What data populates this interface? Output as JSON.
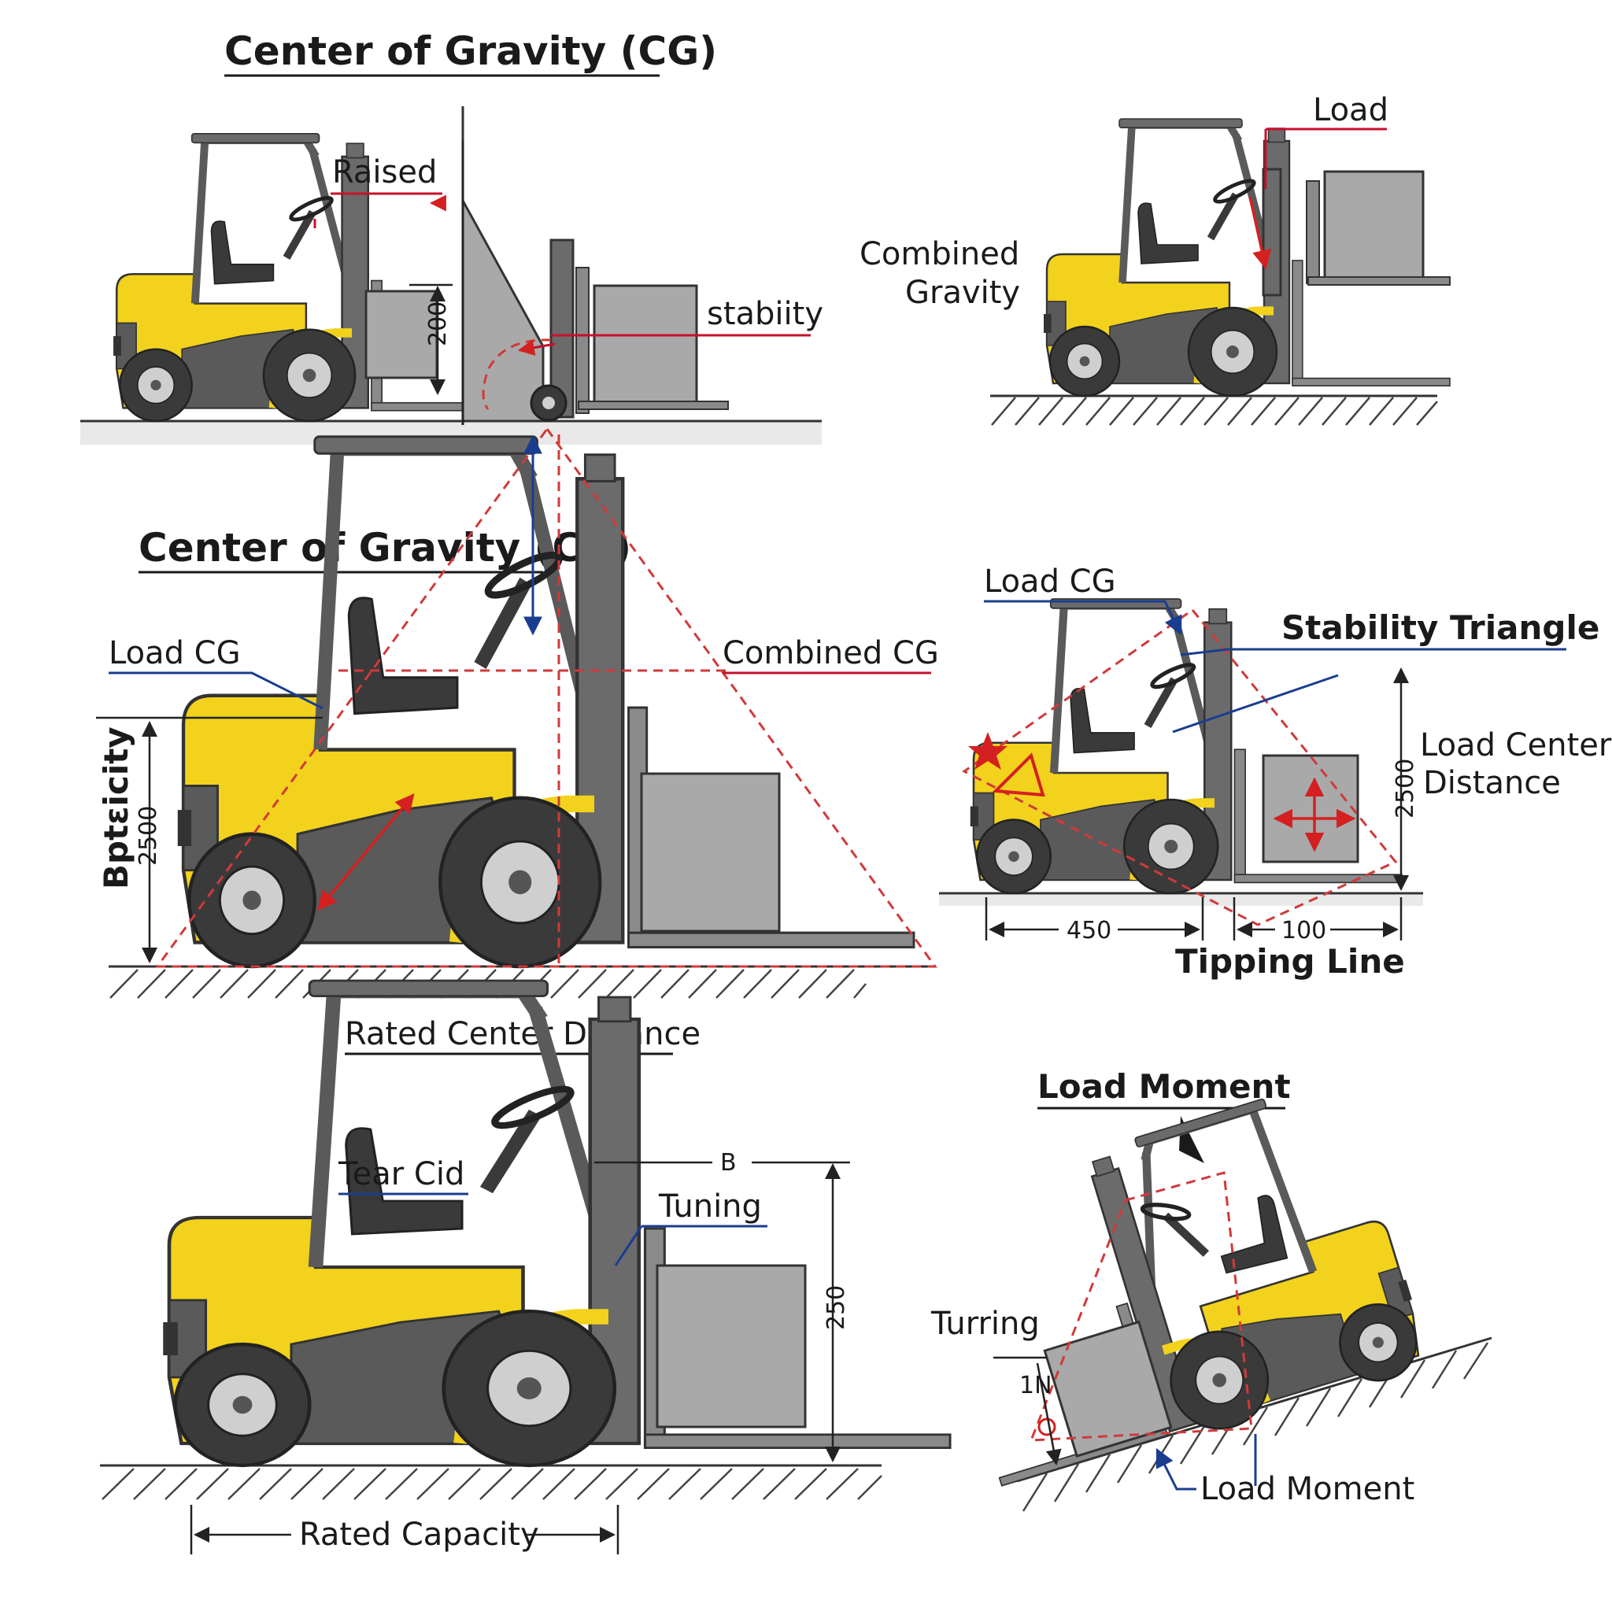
{
  "colors": {
    "body": "#f2d21c",
    "body_dark": "#5a5a5a",
    "frame": "#6b6b6b",
    "load": "#a9a9a9",
    "tire": "#3a3a3a",
    "red": "#d03a3a",
    "blue": "#1a3d8f"
  },
  "panel1": {
    "title": "Center of Gravity (CG)",
    "label_raised": "Raised",
    "label_stability": "stabiity",
    "dim_value": "200"
  },
  "panel2": {
    "label_load": "Load",
    "label_combined_1": "Combined",
    "label_combined_2": "Gravity"
  },
  "panel3": {
    "title": "Center of Gravity (CG)",
    "label_load_cg": "Load CG",
    "label_combined_cg": "Combined CG",
    "side_label": "Bptεicity",
    "side_value": "2500"
  },
  "panel4": {
    "label_load_cg": "Load CG",
    "label_stability_triangle": "Stability Triangle",
    "label_load_center_1": "Load Center",
    "label_load_center_2": "Distance",
    "dim_vertical": "2500",
    "dim_left": "450",
    "dim_right": "100",
    "label_tipping_line": "Tipping Line"
  },
  "panel5": {
    "title": "Rated Center Distance",
    "label_tear_cid": "Tear Cid",
    "label_tuning": "Tuning",
    "label_b": "B",
    "dim_vertical": "250",
    "label_rated_capacity": "Rated Capacity"
  },
  "panel6": {
    "title": "Load Moment",
    "label_turring": "Turring",
    "dim_small": "1N",
    "label_load_moment": "Load Moment"
  }
}
